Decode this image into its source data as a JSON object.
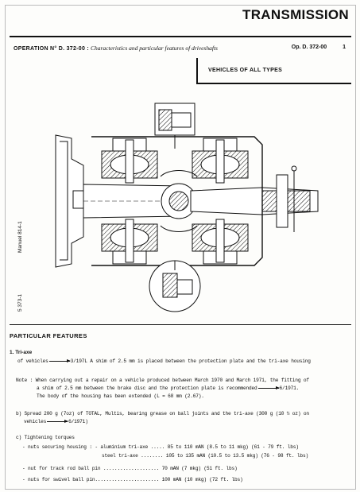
{
  "header": {
    "title": "TRANSMISSION",
    "operation_label": "OPERATION N° D. 372-00 :",
    "operation_desc": "Characteristics and particular features of driveshafts",
    "op_code": "Op. D. 372-00",
    "page_number": "1",
    "vehicles": "VEHICLES OF ALL TYPES"
  },
  "figure": {
    "side_label": "Manuel 814-1",
    "corner_label": "5 373-1"
  },
  "section": {
    "title": "PARTICULAR FEATURES",
    "item1_title": "1. Tri-axe",
    "item1_line1_a": "of vehicles",
    "item1_line1_b": "3/197L A shim of 2.5 mm is placed between the protection plate and the tri-axe housing",
    "note_line1": "Note : When carrying out a repair on a vehicle produced between March 1970 and March 1971, the fitting of",
    "note_line2_a": "a shim of 2.5 mm between the brake disc and the protection plate is recommended",
    "note_line2_b": "6/1971.",
    "note_line3": "The body of the housing has been extended (L = 68 mm (2.67).",
    "b_line1": "b) Spread 200 g (7oz) of TOTAL, Multis, bearing grease on ball joints and the tri-axe (300 g (10 ½ oz) on",
    "b_line2_a": "vehicles",
    "b_line2_b": "6/1971)",
    "c_title": "c) Tightening torques",
    "c_row1": "- nuts securing housing : - aluminium tri-axe .....  85 to 110 mAN (8.5 to 11 mkg) (61 - 79 ft. lbs)",
    "c_row2": "steel tri-axe ........  105 to 135 mAN (10.5 to 13.5 mkg) (76 - 98 ft. lbs)",
    "c_row3": "- nut for track rod ball pin ....................  70 mAN (7 mkg) (51 ft. lbs)",
    "c_row4": "- nuts for swivel ball pin.......................  100 mAN (10 mkg) (72 ft. lbs)"
  }
}
